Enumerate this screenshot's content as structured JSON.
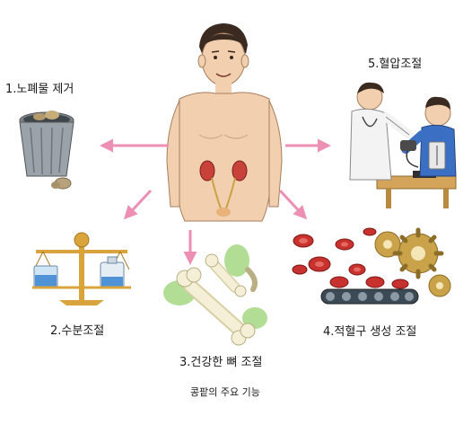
{
  "labels": {
    "waste": "1.노폐물 제거",
    "water": "2.수분조절",
    "bone": "3.건강한 뼈 조절",
    "rbc": "4.적혈구 생성 조절",
    "bp": "5.혈압조절"
  },
  "caption": "콩팥의 주요 기능",
  "colors": {
    "arrow": "#ec8fb3",
    "skin": "#f2cfae",
    "kidney": "#c9423a",
    "blood_cell": "#c8322e",
    "bone": "#f4efd6",
    "bone_bg": "#a9d98a",
    "scale": "#d9a53a",
    "water": "#4f92d6",
    "can": "#9aa3a9",
    "gear": "#c9a24a",
    "doctor_coat": "#f3f3f3",
    "patient_shirt": "#3b6fc4"
  },
  "icons": {
    "center": "human-kidneys-icon",
    "waste": "trash-can-icon",
    "water": "balance-scale-icon",
    "bone": "bone-icon",
    "rbc": "blood-cell-factory-icon",
    "bp": "blood-pressure-check-icon"
  }
}
